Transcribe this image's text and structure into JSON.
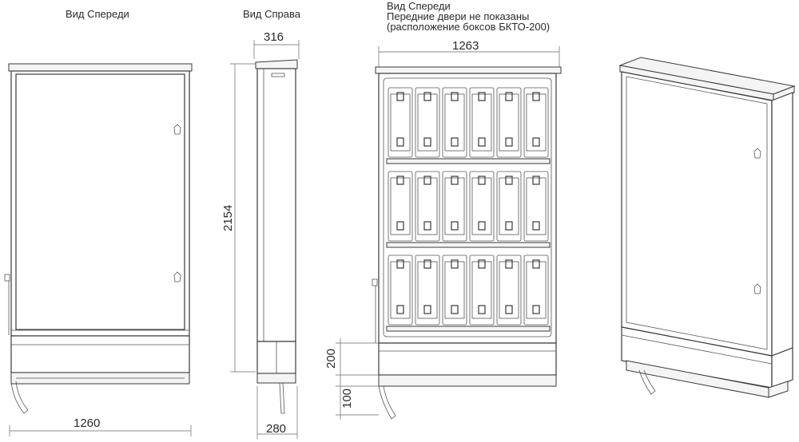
{
  "views": {
    "front": {
      "title": "Вид Спереди",
      "width": "1260"
    },
    "side": {
      "title": "Вид Справа",
      "depth_top": "316",
      "height": "2154",
      "depth_bottom": "280"
    },
    "open": {
      "title_line1": "Вид Спереди",
      "title_line2": "Передние двери не показаны",
      "title_line3": "(расположение боксов БКТО-200)",
      "width": "1263",
      "plinth_height": "200",
      "base_height": "100",
      "box_rows": 3,
      "boxes_per_row": 6
    }
  }
}
